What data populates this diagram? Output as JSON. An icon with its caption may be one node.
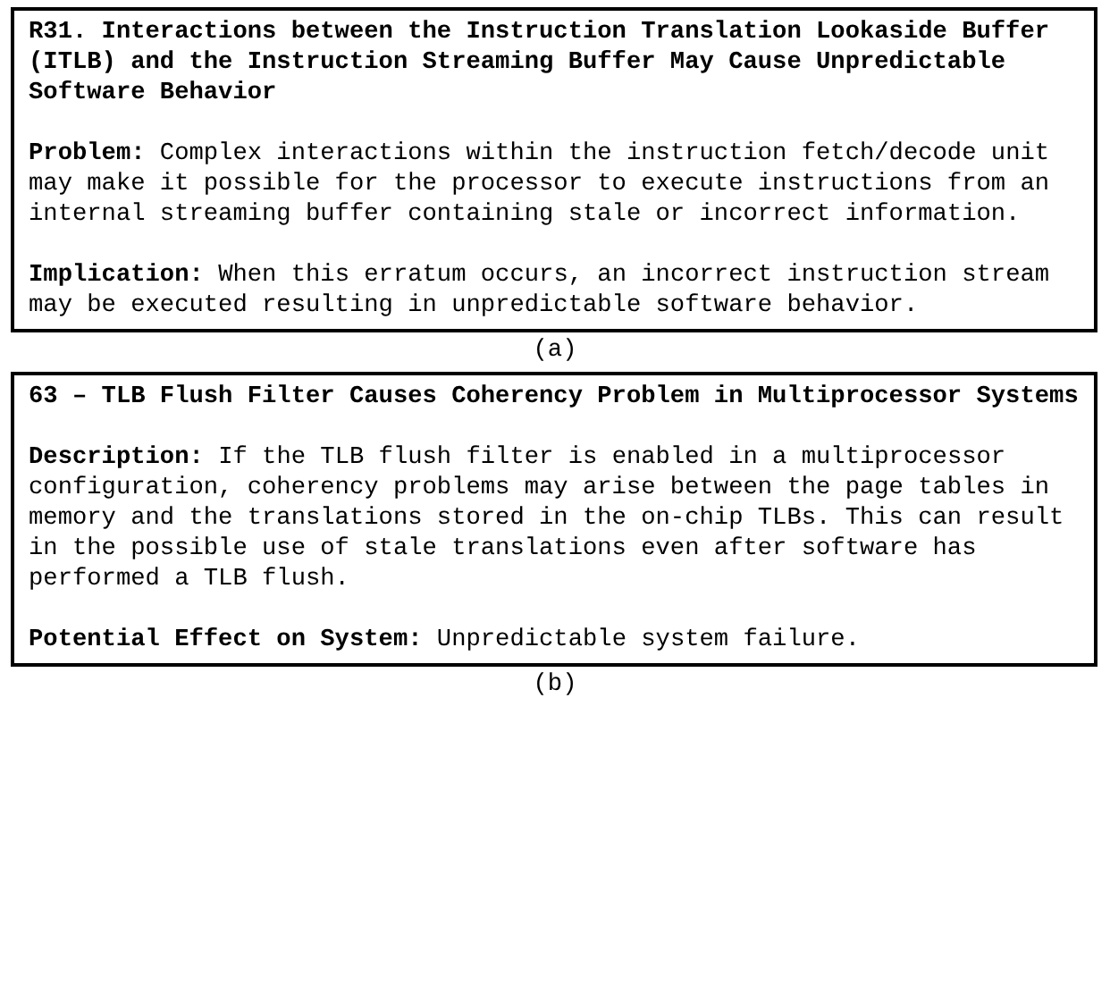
{
  "diagram": {
    "nodes": [
      {
        "text": [
          "R31. Interactions between the Instruction Translation Lookaside Buffer (ITLB) and the Instruction Streaming Buffer May Cause Unpredictable Software Behavior",
          "**Problem:** Complex interactions within the instruction fetch/decode unit may make it possible for the processor to execute instructions from an internal streaming buffer containing stale or incorrect information.",
          "**Implication:** When this erratum occurs, an incorrect instruction stream may be executed resulting in unpredictable software behavior."
        ],
        "beside": [
          "(a)"
        ]
      },
      {
        "text": [
          "63 – TLB Flush Filter Causes Coherency Problem in Multiprocessor Systems",
          "**Description:** If the TLB flush filter is enabled in a multiprocessor configuration, coherency problems may arise between the page tables in memory and the translations stored in the on-chip TLBs. This can result in the possible use of stale translations even after software has performed a TLB flush.",
          "**Potential Effect on System:** Unpredictable system failure."
        ],
        "beside": [
          "(b)"
        ]
      }
    ],
    "edges": []
  }
}
